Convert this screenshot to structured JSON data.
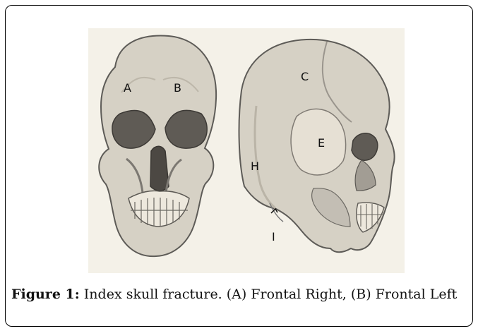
{
  "figure": {
    "labels": {
      "a": "A",
      "b": "B",
      "c": "C",
      "e": "E",
      "h": "H",
      "i": "I"
    },
    "caption_prefix": "Figure 1:",
    "caption_text": " Index skull fracture. (A) Frontal Right, (B) Frontal Left"
  },
  "colors": {
    "bone": "#d6d1c5",
    "shadow": "#8f8b84",
    "line": "#4a4a4a",
    "background": "#f4f1e8"
  }
}
